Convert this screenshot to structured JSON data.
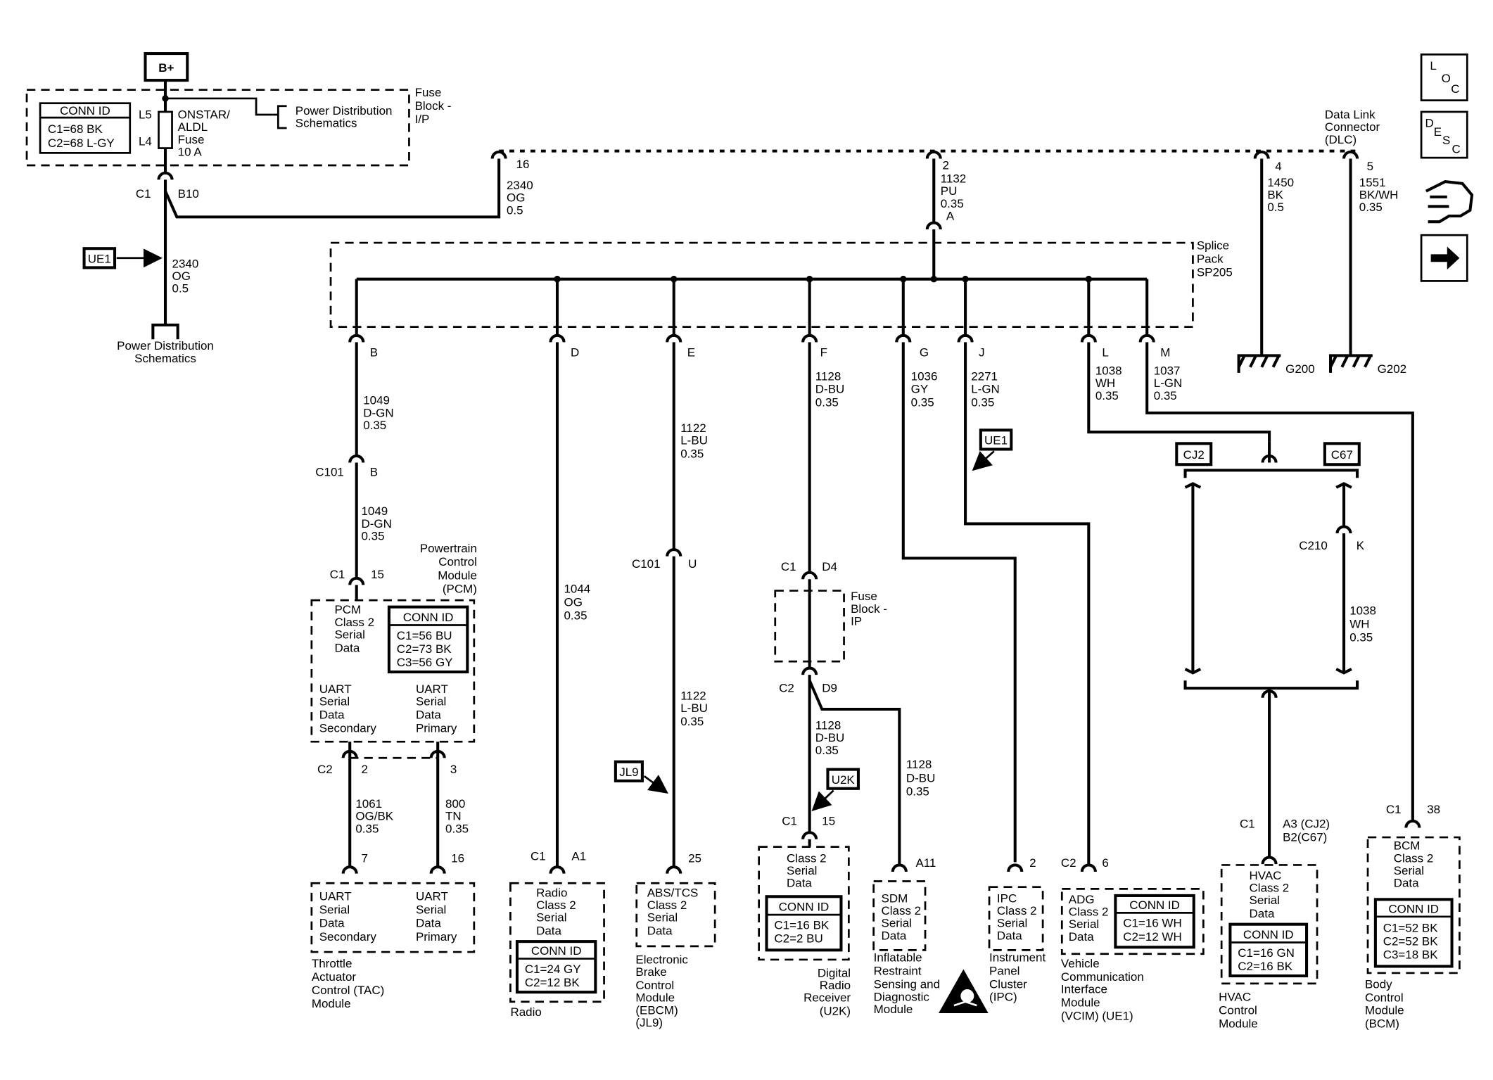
{
  "power": {
    "b_plus": "B+",
    "fuse_conn": {
      "title": "CONN ID",
      "rows": [
        "C1=68 BK",
        "C2=68 L-GY"
      ]
    },
    "fuse_pins": [
      "L5",
      "L4"
    ],
    "fuse_label": [
      "ONSTAR/",
      "ALDL",
      "Fuse",
      "10 A"
    ],
    "pd_ref": [
      "Power Distribution",
      "Schematics"
    ],
    "fuse_block": [
      "Fuse",
      "Block -",
      "I/P"
    ],
    "c1": "C1",
    "b10": "B10",
    "ue1": "UE1",
    "wire": [
      "2340",
      "OG",
      "0.5"
    ],
    "ground_label": [
      "Power Distribution",
      "Schematics"
    ],
    "top_wire": [
      "2340",
      "OG",
      "0.5"
    ],
    "top_pin": "16"
  },
  "dlc": {
    "title": [
      "Data Link",
      "Connector",
      "(DLC)"
    ],
    "pin2": "2",
    "pin2_wire": [
      "1132",
      "PU",
      "0.35",
      "A"
    ],
    "pin4": "4",
    "pin4_wire": [
      "1450",
      "BK",
      "0.5"
    ],
    "pin5": "5",
    "pin5_wire": [
      "1551",
      "BK/WH",
      "0.35"
    ],
    "g200": "G200",
    "g202": "G202"
  },
  "splice": {
    "title": [
      "Splice",
      "Pack",
      "SP205"
    ]
  },
  "nav": {
    "loc": [
      "L",
      "O",
      "C"
    ],
    "desc": [
      "D",
      "E",
      "S",
      "C"
    ]
  },
  "branches": {
    "B": {
      "pin": "B",
      "wire": [
        "1049",
        "D-GN",
        "0.35"
      ],
      "c101": "C101",
      "c101_pin": "B",
      "wire2": [
        "1049",
        "D-GN",
        "0.35"
      ]
    },
    "D": {
      "pin": "D",
      "wire": [
        "1044",
        "OG",
        "0.35"
      ]
    },
    "E": {
      "pin": "E",
      "wire": [
        "1122",
        "L-BU",
        "0.35"
      ],
      "c101": "C101",
      "c101_pin": "U",
      "wire2": [
        "1122",
        "L-BU",
        "0.35"
      ],
      "jl9": "JL9"
    },
    "F": {
      "pin": "F",
      "wire": [
        "1128",
        "D-BU",
        "0.35"
      ],
      "c1": "C1",
      "d4": "D4",
      "fuse": [
        "Fuse",
        "Block -",
        "IP"
      ],
      "c2": "C2",
      "d9": "D9",
      "wire2": [
        "1128",
        "D-BU",
        "0.35"
      ],
      "wire3": [
        "1128",
        "D-BU",
        "0.35"
      ],
      "u2k": "U2K"
    },
    "G": {
      "pin": "G",
      "wire": [
        "1036",
        "GY",
        "0.35"
      ]
    },
    "J": {
      "pin": "J",
      "wire": [
        "2271",
        "L-GN",
        "0.35"
      ],
      "ue1": "UE1"
    },
    "L": {
      "pin": "L",
      "wire": [
        "1038",
        "WH",
        "0.35"
      ]
    },
    "M": {
      "pin": "M",
      "wire": [
        "1037",
        "L-GN",
        "0.35"
      ]
    }
  },
  "pcm": {
    "caption": [
      "Powertrain",
      "Control",
      "Module",
      "(PCM)"
    ],
    "c1": "C1",
    "pin": "15",
    "text": [
      "PCM",
      "Class 2",
      "Serial",
      "Data"
    ],
    "conn": {
      "title": "CONN ID",
      "rows": [
        "C1=56 BU",
        "C2=73 BK",
        "C3=56 GY"
      ]
    },
    "uart_sec": [
      "UART",
      "Serial",
      "Data",
      "Secondary"
    ],
    "uart_pri": [
      "UART",
      "Serial",
      "Data",
      "Primary"
    ],
    "c2": "C2",
    "pin2": "2",
    "pin3": "3",
    "wire_a": [
      "1061",
      "OG/BK",
      "0.35"
    ],
    "wire_b": [
      "800",
      "TN",
      "0.35"
    ]
  },
  "tac": {
    "pin7": "7",
    "pin16": "16",
    "sec": [
      "UART",
      "Serial",
      "Data",
      "Secondary"
    ],
    "pri": [
      "UART",
      "Serial",
      "Data",
      "Primary"
    ],
    "caption": [
      "Throttle",
      "Actuator",
      "Control (TAC)",
      "Module"
    ]
  },
  "radio": {
    "c1": "C1",
    "pin": "A1",
    "text": [
      "Radio",
      "Class 2",
      "Serial",
      "Data"
    ],
    "conn": {
      "title": "CONN ID",
      "rows": [
        "C1=24 GY",
        "C2=12 BK"
      ]
    },
    "caption": "Radio"
  },
  "ebcm": {
    "pin": "25",
    "text": [
      "ABS/TCS",
      "Class 2",
      "Serial",
      "Data"
    ],
    "caption": [
      "Electronic",
      "Brake",
      "Control",
      "Module",
      "(EBCM)",
      "(JL9)"
    ]
  },
  "u2k": {
    "c1": "C1",
    "pin": "15",
    "text": [
      "Class 2",
      "Serial",
      "Data"
    ],
    "conn": {
      "title": "CONN ID",
      "rows": [
        "C1=16 BK",
        "C2=2 BU"
      ]
    },
    "caption": [
      "Digital",
      "Radio",
      "Receiver",
      "(U2K)"
    ]
  },
  "sdm": {
    "pin": "A11",
    "text": [
      "SDM",
      "Class 2",
      "Serial",
      "Data"
    ],
    "caption": [
      "Inflatable",
      "Restraint",
      "Sensing and",
      "Diagnostic",
      "Module"
    ]
  },
  "ipc": {
    "pin": "2",
    "text": [
      "IPC",
      "Class 2",
      "Serial",
      "Data"
    ],
    "caption": [
      "Instrument",
      "Panel",
      "Cluster",
      "(IPC)"
    ]
  },
  "vcim": {
    "c2": "C2",
    "pin": "6",
    "text": [
      "ADG",
      "Class 2",
      "Serial",
      "Data"
    ],
    "conn": {
      "title": "CONN ID",
      "rows": [
        "C1=16 WH",
        "C2=12 WH"
      ]
    },
    "caption": [
      "Vehicle",
      "Communication",
      "Interface",
      "Module",
      "(VCIM) (UE1)"
    ]
  },
  "hvac": {
    "cj2": "CJ2",
    "c67": "C67",
    "c210": "C210",
    "k": "K",
    "wire": [
      "1038",
      "WH",
      "0.35"
    ],
    "c1": "C1",
    "pin": [
      "A3 (CJ2)",
      "B2(C67)"
    ],
    "text": [
      "HVAC",
      "Class 2",
      "Serial",
      "Data"
    ],
    "conn": {
      "title": "CONN ID",
      "rows": [
        "C1=16 GN",
        "C2=16 BK"
      ]
    },
    "caption": [
      "HVAC",
      "Control",
      "Module"
    ]
  },
  "bcm": {
    "c1": "C1",
    "pin": "38",
    "text": [
      "BCM",
      "Class 2",
      "Serial",
      "Data"
    ],
    "conn": {
      "title": "CONN ID",
      "rows": [
        "C1=52 BK",
        "C2=52 BK",
        "C3=18 BK"
      ]
    },
    "caption": [
      "Body",
      "Control",
      "Module",
      "(BCM)"
    ]
  }
}
